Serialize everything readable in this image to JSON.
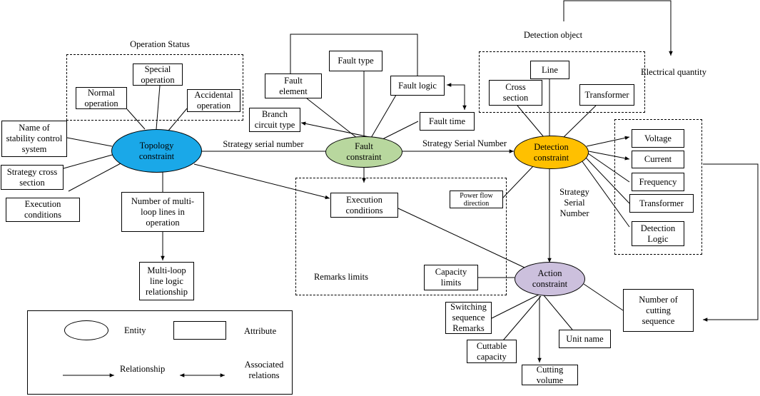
{
  "nodes": {
    "topology": "Topology\nconstraint",
    "fault": "Fault\nconstraint",
    "detection": "Detection\nconstraint",
    "action": "Action\nconstraint"
  },
  "node_colors": {
    "topology": "#1aa8e8",
    "fault": "#b8d79e",
    "detection": "#ffc000",
    "action": "#ccc0dd"
  },
  "group_labels": {
    "operation_status": "Operation Status",
    "detection_object": "Detection object",
    "electrical_quantity": "Electrical quantity",
    "remarks_limits": "Remarks limits"
  },
  "edge_labels": {
    "topo_fault": "Strategy serial number",
    "fault_detect": "Strategy Serial Number",
    "detect_action": "Strategy\nSerial\nNumber"
  },
  "attributes": {
    "special_operation": "Special\noperation",
    "normal_operation": "Normal\noperation",
    "accidental_operation": "Accidental\noperation",
    "name_stability": "Name of\nstability control\nsystem",
    "strategy_cross_section": "Strategy cross\nsection",
    "execution_conditions_left": "Execution\nconditions",
    "multi_loop_lines": "Number of multi-\nloop lines in\noperation",
    "multi_loop_logic": "Multi-loop\nline logic\nrelationship",
    "fault_type": "Fault type",
    "fault_element": "Fault\nelement",
    "fault_logic": "Fault logic",
    "branch_circuit_type": "Branch\ncircuit type",
    "fault_time": "Fault time",
    "execution_conditions_mid": "Execution\nconditions",
    "power_flow_direction": "Power flow\ndirection",
    "capacity_limits": "Capacity\nlimits",
    "line": "Line",
    "cross_section": "Cross\nsection",
    "transformer_obj": "Transformer",
    "voltage": "Voltage",
    "current": "Current",
    "frequency": "Frequency",
    "transformer_qty": "Transformer",
    "detection_logic": "Detection\nLogic",
    "switching_sequence": "Switching\nsequence\nRemarks",
    "cuttable_capacity": "Cuttable\ncapacity",
    "cutting_volume": "Cutting\nvolume",
    "unit_name": "Unit name",
    "number_cutting_sequence": "Number of\ncutting\nsequence"
  },
  "legend": {
    "entity": "Entity",
    "attribute": "Attribute",
    "relationship": "Relationship",
    "associated_relations": "Associated\nrelations"
  }
}
